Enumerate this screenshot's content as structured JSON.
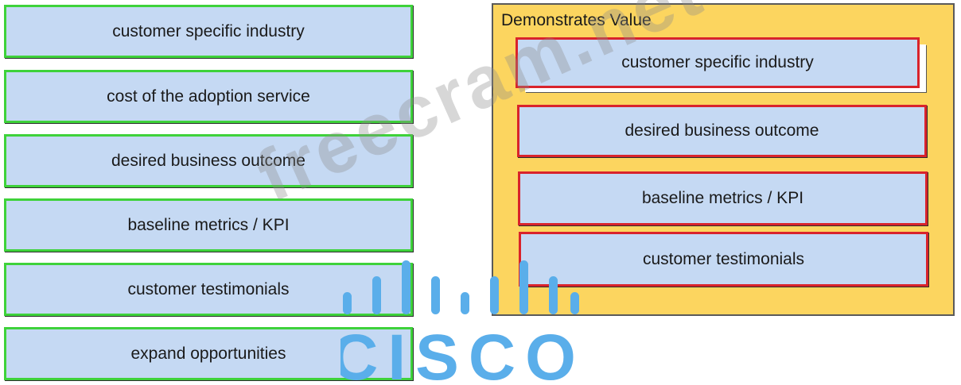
{
  "source_items": [
    "customer specific industry",
    "cost of the adoption service",
    "desired business outcome",
    "baseline metrics / KPI",
    "customer testimonials",
    "expand opportunities"
  ],
  "target_box": {
    "title": "Demonstrates Value",
    "items": [
      "customer specific industry",
      "desired business outcome",
      "baseline metrics / KPI",
      "customer testimonials"
    ]
  },
  "watermark": {
    "text": "freecram.net"
  },
  "logo": {
    "text": "CISCO",
    "color": "#5aaeea"
  },
  "colors": {
    "item_fill": "#c5d9f3",
    "source_border": "#3ed23a",
    "target_border": "#d9232b",
    "target_fill": "#fcd55f"
  }
}
